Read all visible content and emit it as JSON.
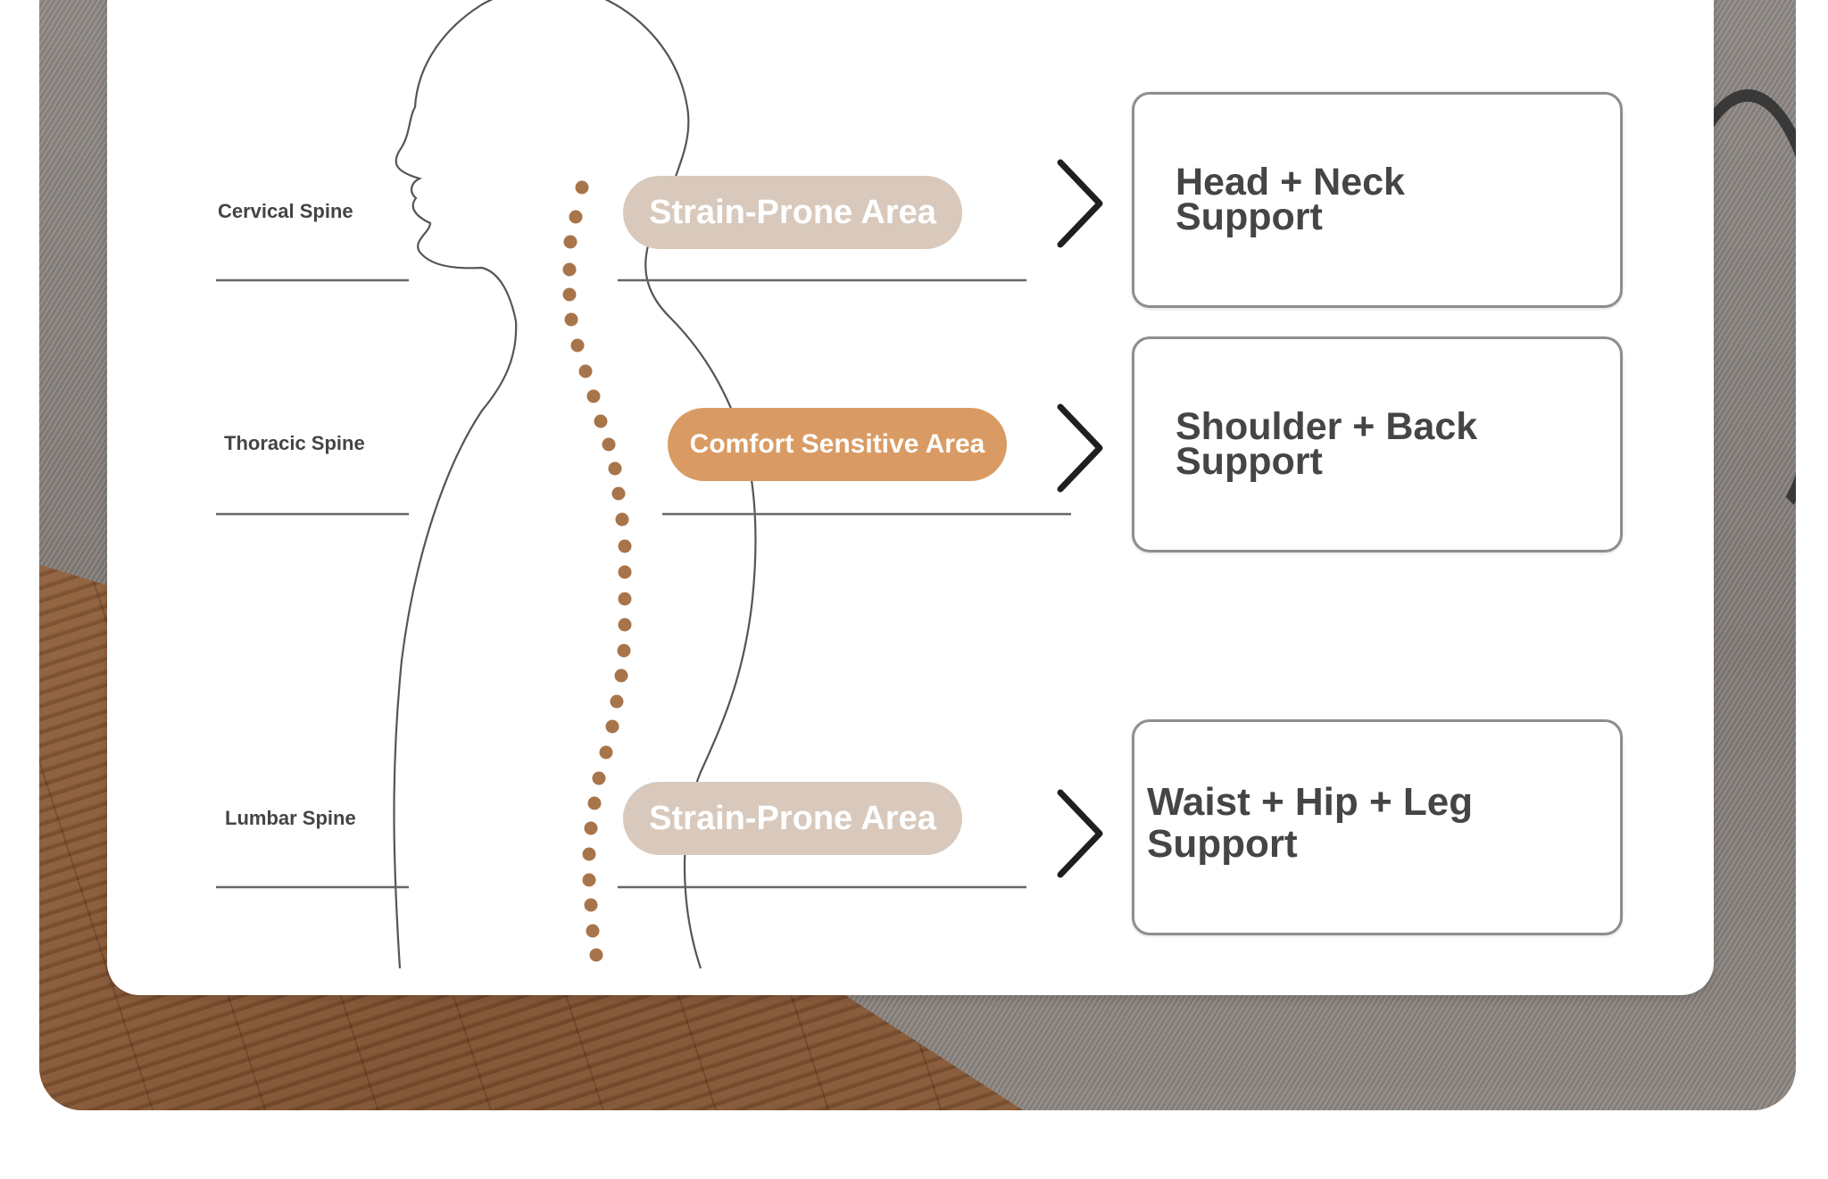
{
  "diagram": {
    "rows": [
      {
        "spine_label": "Cervical Spine",
        "area_label": "Strain-Prone Area",
        "area_type": "strain",
        "support_line1": "Head + Neck",
        "support_line2": "Support"
      },
      {
        "spine_label": "Thoracic Spine",
        "area_label": "Comfort Sensitive Area",
        "area_type": "comfort",
        "support_line1": "Shoulder + Back",
        "support_line2": "Support"
      },
      {
        "spine_label": "Lumbar Spine",
        "area_label": "Strain-Prone Area",
        "area_type": "strain",
        "support_line1": "Waist + Hip + Leg",
        "support_line2": "Support"
      }
    ],
    "colors": {
      "strain_pill": "#d8c9bc",
      "comfort_pill": "#d99b63",
      "spine_dots": "#a8744a",
      "text": "#454545"
    },
    "icons": [
      "chevron-right-icon",
      "human-silhouette",
      "spine-dots"
    ]
  }
}
